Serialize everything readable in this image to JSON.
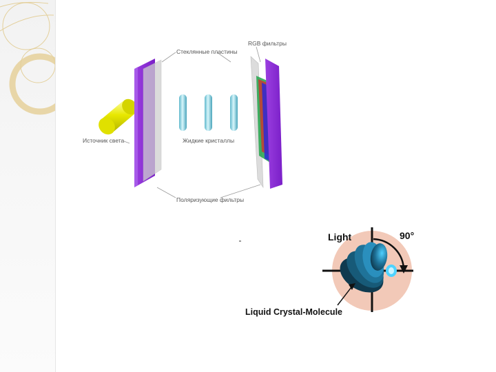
{
  "slide": {
    "diagram_labels": {
      "glass_plates": "Стеклянные пластины",
      "rgb_filters": "RGB фильтры",
      "light_source": "Источник света",
      "liquid_crystals": "Жидкие кристаллы",
      "polarizing_filters": "Поляризующие фильтры"
    },
    "molecule_figure": {
      "light": "Light",
      "angle": "90°",
      "molecule": "Liquid Crystal-Molecule"
    }
  },
  "colors": {
    "polarizer": "#8a2be2",
    "glass": "#d9d9d9",
    "light_source": "#e6e600",
    "crystal": "#7fd7e8",
    "disk": "#f2c9b8",
    "accent_ring": "#ead8a8"
  }
}
